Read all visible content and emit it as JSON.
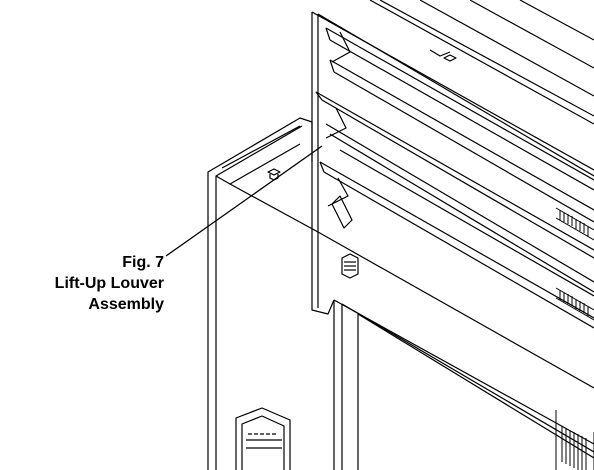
{
  "figure": {
    "number_label": "Fig. 7",
    "title_line1": "Lift-Up Louver",
    "title_line2": "Assembly"
  },
  "colors": {
    "ink": "#000000",
    "paper": "#ffffff",
    "shade": "#d9d9d9"
  }
}
